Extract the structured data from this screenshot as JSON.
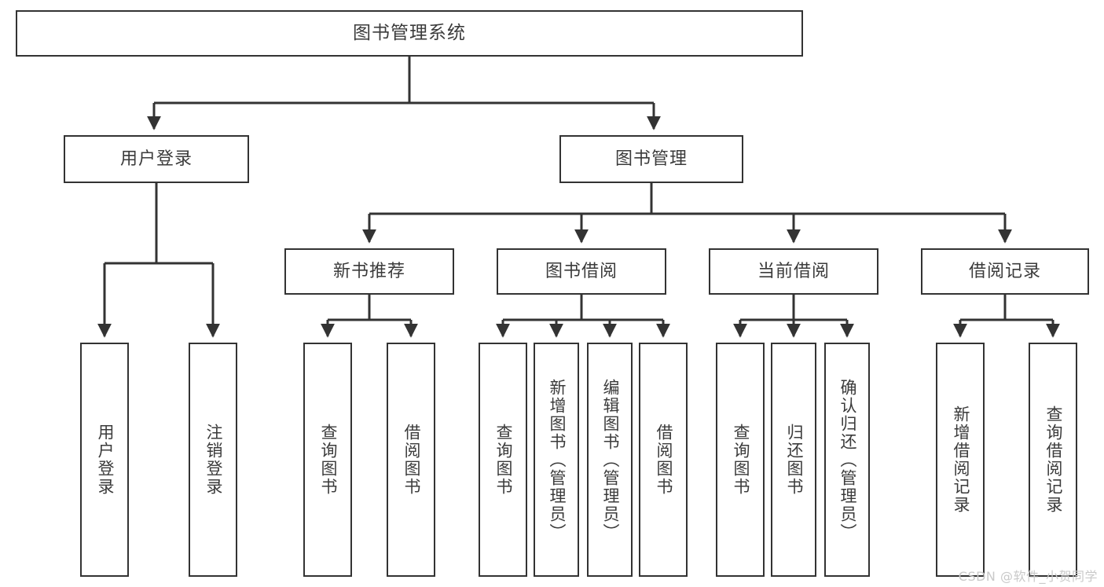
{
  "diagram": {
    "type": "tree",
    "title": "图书管理系统",
    "watermark": "CSDN @软件_小贺同学",
    "colors": {
      "box_border": "#333333",
      "box_fill": "#ffffff",
      "text": "#3b3b3b",
      "edge": "#333333",
      "watermark": "#c9c9c9",
      "background": "#ffffff"
    },
    "nodes": {
      "root": {
        "label": "图书管理系统"
      },
      "level1": [
        {
          "label": "用户登录"
        },
        {
          "label": "图书管理"
        }
      ],
      "level2": [
        {
          "label": "新书推荐"
        },
        {
          "label": "图书借阅"
        },
        {
          "label": "当前借阅"
        },
        {
          "label": "借阅记录"
        }
      ],
      "leaves": {
        "user_login": [
          {
            "label": "用户登录"
          },
          {
            "label": "注销登录"
          }
        ],
        "new_book_recommend": [
          {
            "label": "查询图书"
          },
          {
            "label": "借阅图书"
          }
        ],
        "book_borrow": [
          {
            "label": "查询图书"
          },
          {
            "label": "新增图书（管理员）"
          },
          {
            "label": "编辑图书（管理员）"
          },
          {
            "label": "借阅图书"
          }
        ],
        "current_borrow": [
          {
            "label": "查询图书"
          },
          {
            "label": "归还图书"
          },
          {
            "label": "确认归还（管理员）"
          }
        ],
        "borrow_record": [
          {
            "label": "新增借阅记录"
          },
          {
            "label": "查询借阅记录"
          }
        ]
      }
    }
  }
}
